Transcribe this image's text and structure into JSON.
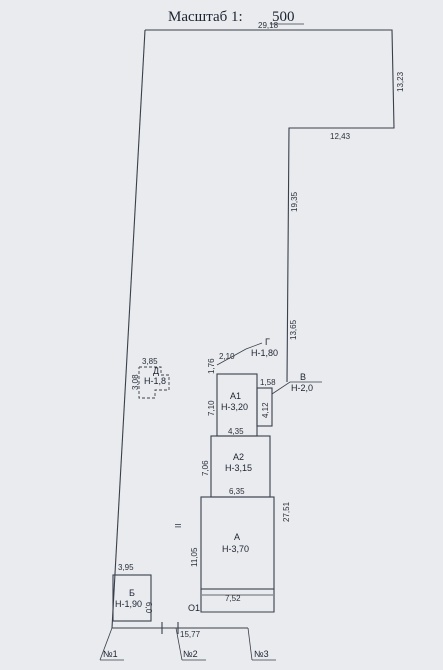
{
  "title": {
    "label": "Масштаб 1:",
    "scale": "500"
  },
  "boundary": {
    "top": "29,18",
    "right_upper": "13,23",
    "step": "12,43",
    "right_mid": "19,35",
    "right_lower": "13,65"
  },
  "building_a": {
    "name": "А",
    "height": "Н-3,70",
    "left": "11,05",
    "top": "6,35",
    "bottom": "7,52",
    "right": "27,51"
  },
  "building_a2": {
    "name": "А2",
    "height": "Н-3,15",
    "left": "7,06",
    "top": "4,35"
  },
  "building_a1": {
    "name": "А1",
    "height": "Н-3,20",
    "left": "7,10",
    "top": "2,10",
    "upper_left": "1,76",
    "right": "4,12",
    "corner": "1,58"
  },
  "marker_g": {
    "name": "Г",
    "height": "Н-1,80"
  },
  "marker_v": {
    "name": "В",
    "height": "Н-2,0"
  },
  "building_d": {
    "name": "Д",
    "height": "Н-1,8",
    "top": "3,85",
    "left": "3,08"
  },
  "building_b": {
    "name": "Б",
    "height": "Н-1,90",
    "top": "3,95",
    "right": "6,0"
  },
  "bottom_dim": "15,77",
  "roman": "II",
  "fence_mark": "О1",
  "points": [
    "№1",
    "№2",
    "№3"
  ]
}
